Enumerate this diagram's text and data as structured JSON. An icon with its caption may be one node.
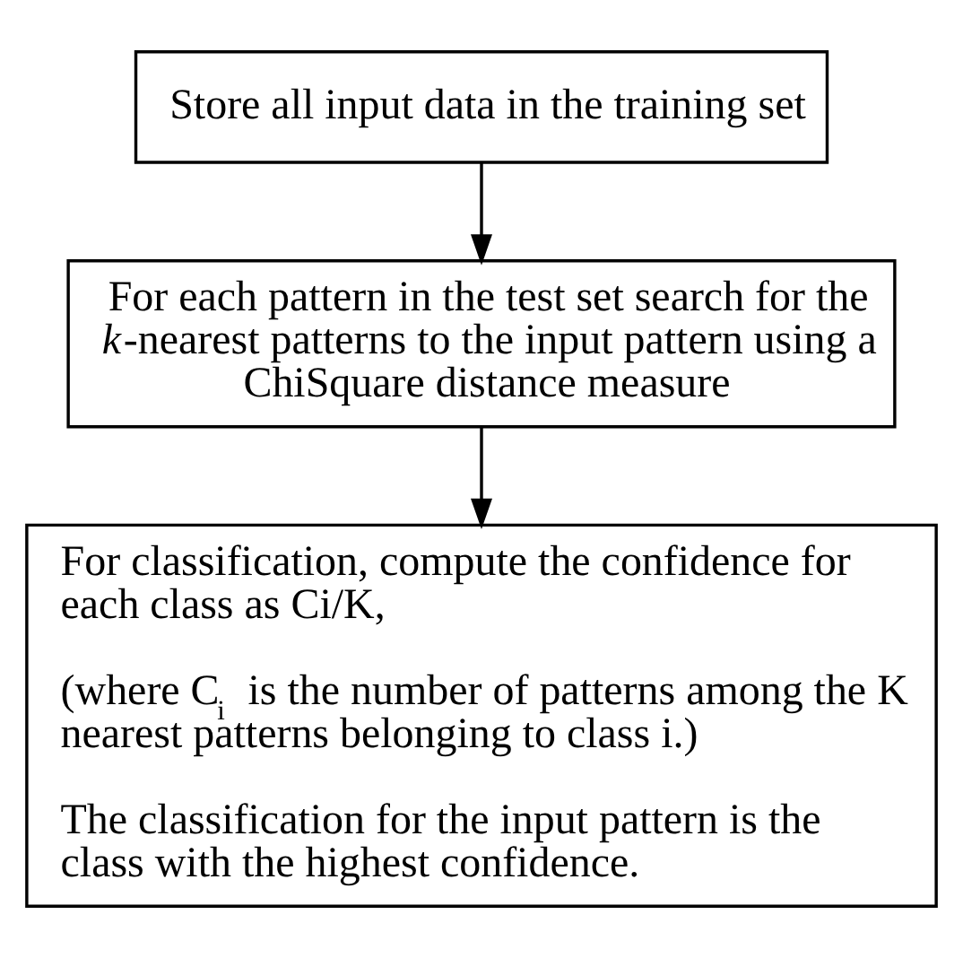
{
  "diagram": {
    "nodes": [
      {
        "text": [
          "Store all input data in the training set"
        ]
      },
      {
        "text": [
          "For each pattern in the test set search for the *k*-nearest patterns to the input pattern using a ChiSquare distance measure"
        ]
      },
      {
        "text": [
          "For classification, compute the confidence for each class as Ci/K,",
          "(where C$_{i}$ is the number of patterns among the K nearest patterns belonging to class i.)",
          "The classification for the input pattern is the class with the highest confidence."
        ]
      }
    ],
    "edges": [
      {
        "from": 0,
        "to": 1,
        "arrow": "to"
      },
      {
        "from": 1,
        "to": 2,
        "arrow": "to"
      }
    ]
  }
}
